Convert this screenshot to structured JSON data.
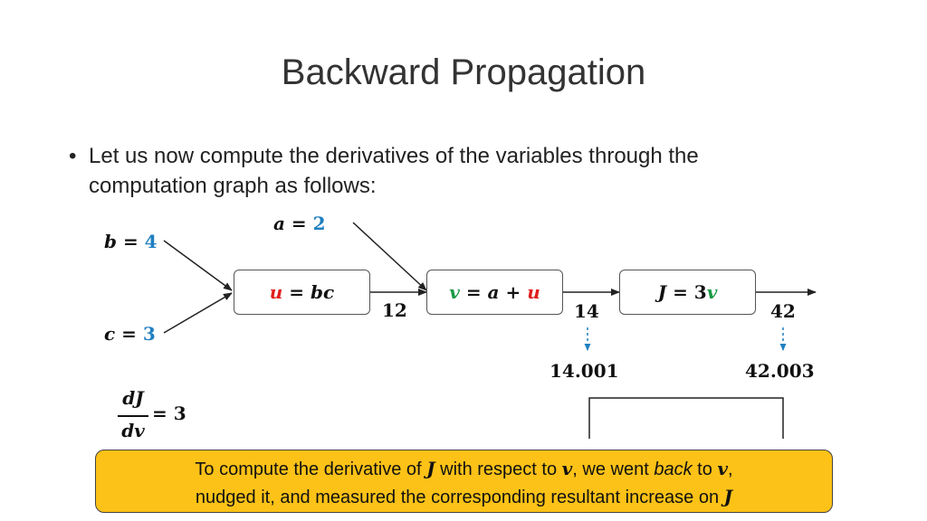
{
  "title": "Backward Propagation",
  "bullet": {
    "line1": "Let us now compute the derivatives of the variables through the",
    "line2": "computation graph as follows:"
  },
  "inputs": {
    "a": {
      "name": "a",
      "value": "2"
    },
    "b": {
      "name": "b",
      "value": "4"
    },
    "c": {
      "name": "c",
      "value": "3"
    }
  },
  "nodes": {
    "u": {
      "lhs": "u",
      "rhs": "bc"
    },
    "v": {
      "lhs": "v",
      "rhs_a": "a",
      "rhs_u": "u"
    },
    "J": {
      "lhs": "J",
      "rhs_coef": "3",
      "rhs_var": "v"
    }
  },
  "edge_values": {
    "u_out": "12",
    "v_out": "14",
    "J_out": "42",
    "v_nudged": "14.001",
    "J_nudged": "42.003"
  },
  "derivative": {
    "numerator": "dJ",
    "denominator": "dv",
    "value": "3"
  },
  "note": {
    "part1": "To compute the derivative of ",
    "sym_J": "J",
    "part2": " with respect to ",
    "sym_v": "v",
    "part3": ", we went ",
    "back": "back",
    "part4": " to ",
    "sym_v2": "v",
    "part5": ",",
    "line2": "nudged it, and measured the corresponding resultant increase on ",
    "sym_J2": "J"
  },
  "colors": {
    "number": "#1f7fc0",
    "u": "#e0201c",
    "v": "#1a9a46",
    "note_bg": "#fdc217"
  }
}
